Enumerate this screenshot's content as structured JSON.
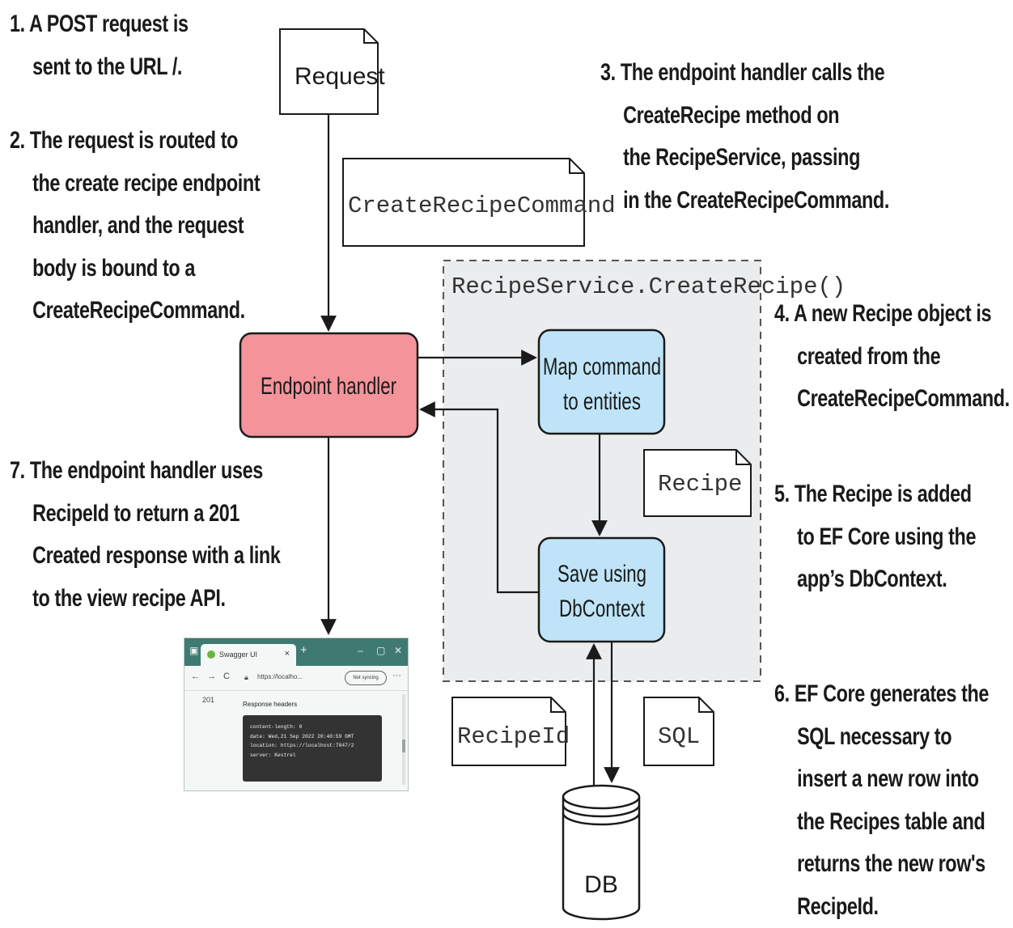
{
  "steps": [
    {
      "lines": [
        "1. A POST request is",
        "sent to the URL /."
      ]
    },
    {
      "lines": [
        "2. The request is routed to",
        "the create recipe endpoint",
        "handler, and the request",
        "body is bound to a",
        "CreateRecipeCommand."
      ]
    },
    {
      "lines": [
        "3. The endpoint handler calls the",
        "CreateRecipe method on",
        "the RecipeService, passing",
        "in the CreateRecipeCommand."
      ]
    },
    {
      "lines": [
        "4. A new Recipe object is",
        "created from the",
        "CreateRecipeCommand."
      ]
    },
    {
      "lines": [
        "5. The Recipe is added",
        "to EF Core using the",
        "app’s DbContext."
      ]
    },
    {
      "lines": [
        "6. EF Core generates the",
        "SQL necessary to",
        "insert a new row into",
        "the Recipes table and",
        "returns the new row's",
        "RecipeId."
      ]
    },
    {
      "lines": [
        "7. The endpoint handler uses",
        "RecipeId to return a 201",
        "Created response with a link",
        "to the view recipe API."
      ]
    }
  ],
  "notes": {
    "request": "Request",
    "command": "CreateRecipeCommand",
    "recipe": "Recipe",
    "recipe_id": "RecipeId",
    "sql": "SQL"
  },
  "service_label": "RecipeService.CreateRecipe()",
  "boxes": {
    "endpoint_handler": "Endpoint handler",
    "map_command": [
      "Map command",
      "to entities"
    ],
    "save_dbcontext": [
      "Save using",
      "DbContext"
    ],
    "db": "DB"
  },
  "browser": {
    "tab_title": "Swagger UI",
    "tab_close": "×",
    "new_tab": "+",
    "window_controls": [
      "–",
      "▢",
      "✕"
    ],
    "nav": [
      "←",
      "→",
      "C"
    ],
    "url": "https://localho...",
    "sync_label": "Not syncing",
    "more": "···",
    "status_code": "201",
    "response_headers_label": "Response headers",
    "headers": [
      "content-length: 0",
      "date: Wed,21 Sep 2022 20:40:59 GMT",
      "location: https://localhost:7047/2",
      "server: Kestrel"
    ]
  },
  "colors": {
    "endpoint_fill": "#f4939a",
    "service_fill": "#bfe4f7",
    "service_region": "#eaecee",
    "stroke": "#1a1a1a",
    "browser_titlebar": "#3f7a72"
  }
}
